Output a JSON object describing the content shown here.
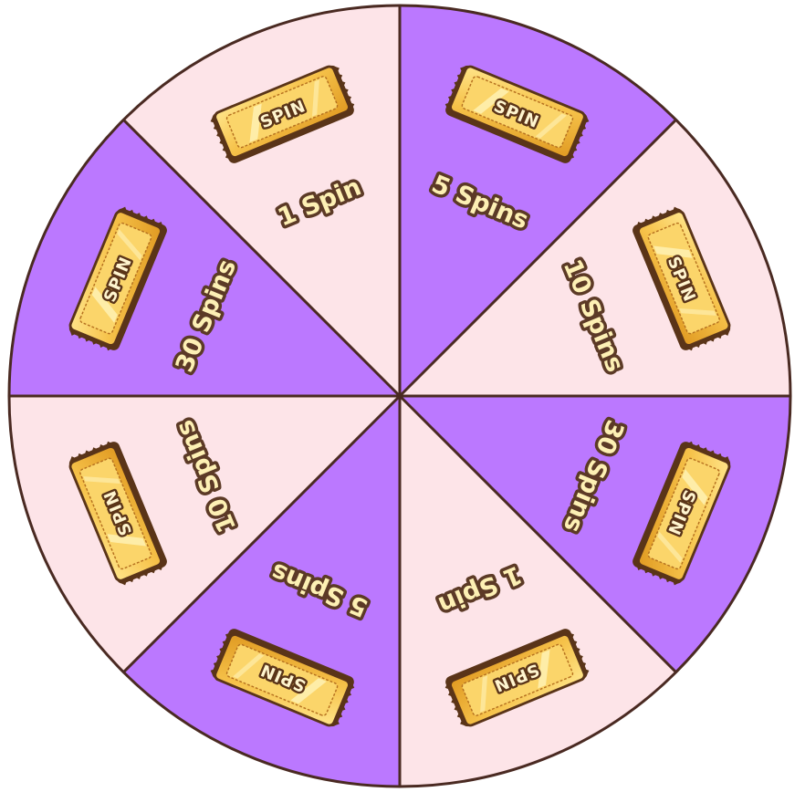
{
  "wheel": {
    "colors": {
      "light": "#fde4e8",
      "purple": "#bb78ff",
      "outline": "#4a2a22",
      "ticket_gold": "#f6c24a",
      "ticket_dark": "#5a3418"
    },
    "segments": [
      {
        "label": "5 Spins",
        "ticket_text": "SPIN",
        "color": "purple",
        "icon": "golden-spin-ticket-icon"
      },
      {
        "label": "10 Spins",
        "ticket_text": "SPIN",
        "color": "light",
        "icon": "golden-spin-ticket-icon"
      },
      {
        "label": "30 Spins",
        "ticket_text": "SPIN",
        "color": "purple",
        "icon": "golden-spin-ticket-icon"
      },
      {
        "label": "1 Spin",
        "ticket_text": "SPIN",
        "color": "light",
        "icon": "golden-spin-ticket-icon"
      },
      {
        "label": "5 Spins",
        "ticket_text": "SPIN",
        "color": "purple",
        "icon": "golden-spin-ticket-icon"
      },
      {
        "label": "10 Spins",
        "ticket_text": "SPIN",
        "color": "light",
        "icon": "golden-spin-ticket-icon"
      },
      {
        "label": "30 Spins",
        "ticket_text": "SPIN",
        "color": "purple",
        "icon": "golden-spin-ticket-icon"
      },
      {
        "label": "1 Spin",
        "ticket_text": "SPIN",
        "color": "light",
        "icon": "golden-spin-ticket-icon"
      }
    ]
  }
}
